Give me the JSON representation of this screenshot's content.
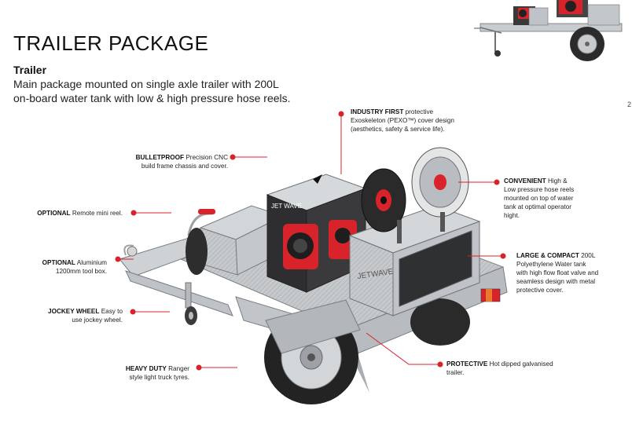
{
  "page": {
    "title": "TRAILER PACKAGE",
    "subtitle": "Trailer",
    "intro": "Main package mounted on single axle trailer with 200L on-board water tank with low & high pressure hose reels.",
    "page_number": "2"
  },
  "brand": {
    "engine_label": "JET WAVE",
    "tank_logo": "JETWAVE",
    "accent_color": "#d8232a"
  },
  "callouts": {
    "industry_first": {
      "heading": "INDUSTRY FIRST",
      "rest": "protective",
      "line2": "Exoskeleton (PEXO™) cover design",
      "line3": "(aesthetics, safety & service life)."
    },
    "bulletproof": {
      "heading": "BULLETPROOF",
      "rest": "Precision CNC",
      "line2": "build frame chassis and cover."
    },
    "convenient": {
      "heading": "CONVENIENT",
      "rest": "High &",
      "line2": "Low pressure hose reels",
      "line3": "mounted on top of water",
      "line4": "tank at optimal operator",
      "line5": "hight."
    },
    "optional_reel": {
      "heading": "OPTIONAL",
      "rest": "Remote mini reel."
    },
    "optional_toolbox": {
      "heading": "OPTIONAL",
      "rest": "Aluminium",
      "line2": "1200mm tool box."
    },
    "large_compact": {
      "heading": "LARGE & COMPACT",
      "rest": "200L",
      "line2": "Polyethylene Water tank",
      "line3": "with high flow float valve and",
      "line4": "seamless design with metal",
      "line5": "protective cover."
    },
    "jockey_wheel": {
      "heading": "JOCKEY WHEEL",
      "rest": "Easy to",
      "line2": "use jockey wheel."
    },
    "heavy_duty": {
      "heading": "HEAVY DUTY",
      "rest": "Ranger",
      "line2": "style light truck tyres."
    },
    "protective": {
      "heading": "PROTECTIVE",
      "rest": "Hot dipped galvanised",
      "line2": "trailer."
    }
  }
}
